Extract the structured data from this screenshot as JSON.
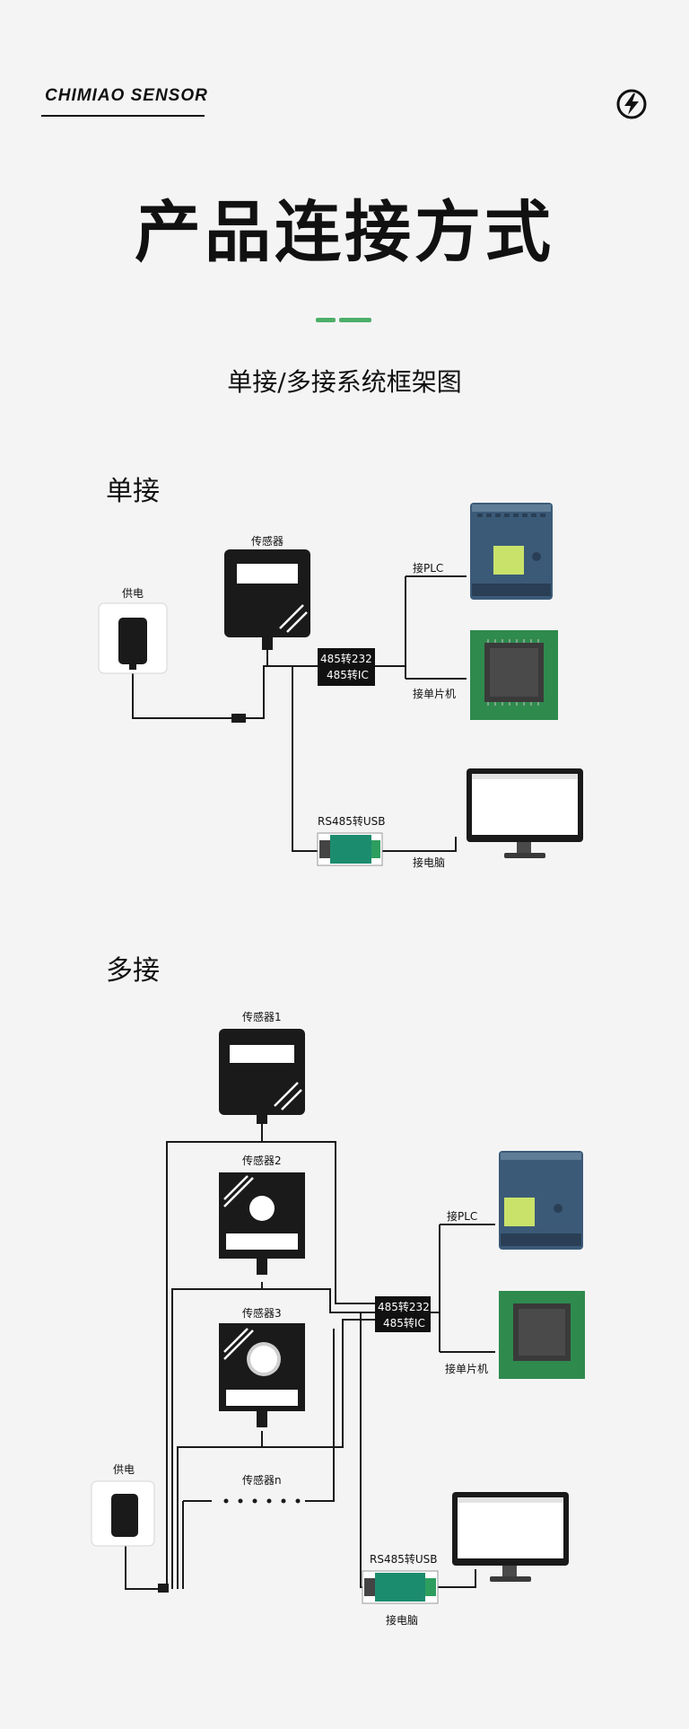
{
  "header": {
    "brand": "CHIMIAO SENSOR",
    "icon": "lightning-bolt-icon"
  },
  "title": "产品连接方式",
  "subtitle": "单接/多接系统框架图",
  "accent_color": "#4caf68",
  "single": {
    "heading": "单接",
    "sensor_label": "传感器",
    "power_label": "供电",
    "converter_line1": "485转232",
    "converter_line2": "485转IC",
    "plc_label": "接PLC",
    "mcu_label": "接单片机",
    "usb_label": "RS485转USB",
    "pc_label": "接电脑"
  },
  "multi": {
    "heading": "多接",
    "sensor1_label": "传感器1",
    "sensor2_label": "传感器2",
    "sensor3_label": "传感器3",
    "sensorn_label": "传感器n",
    "power_label": "供电",
    "converter_line1": "485转232",
    "converter_line2": "485转IC",
    "plc_label": "接PLC",
    "mcu_label": "接单片机",
    "usb_label": "RS485转USB",
    "pc_label": "接电脑"
  }
}
